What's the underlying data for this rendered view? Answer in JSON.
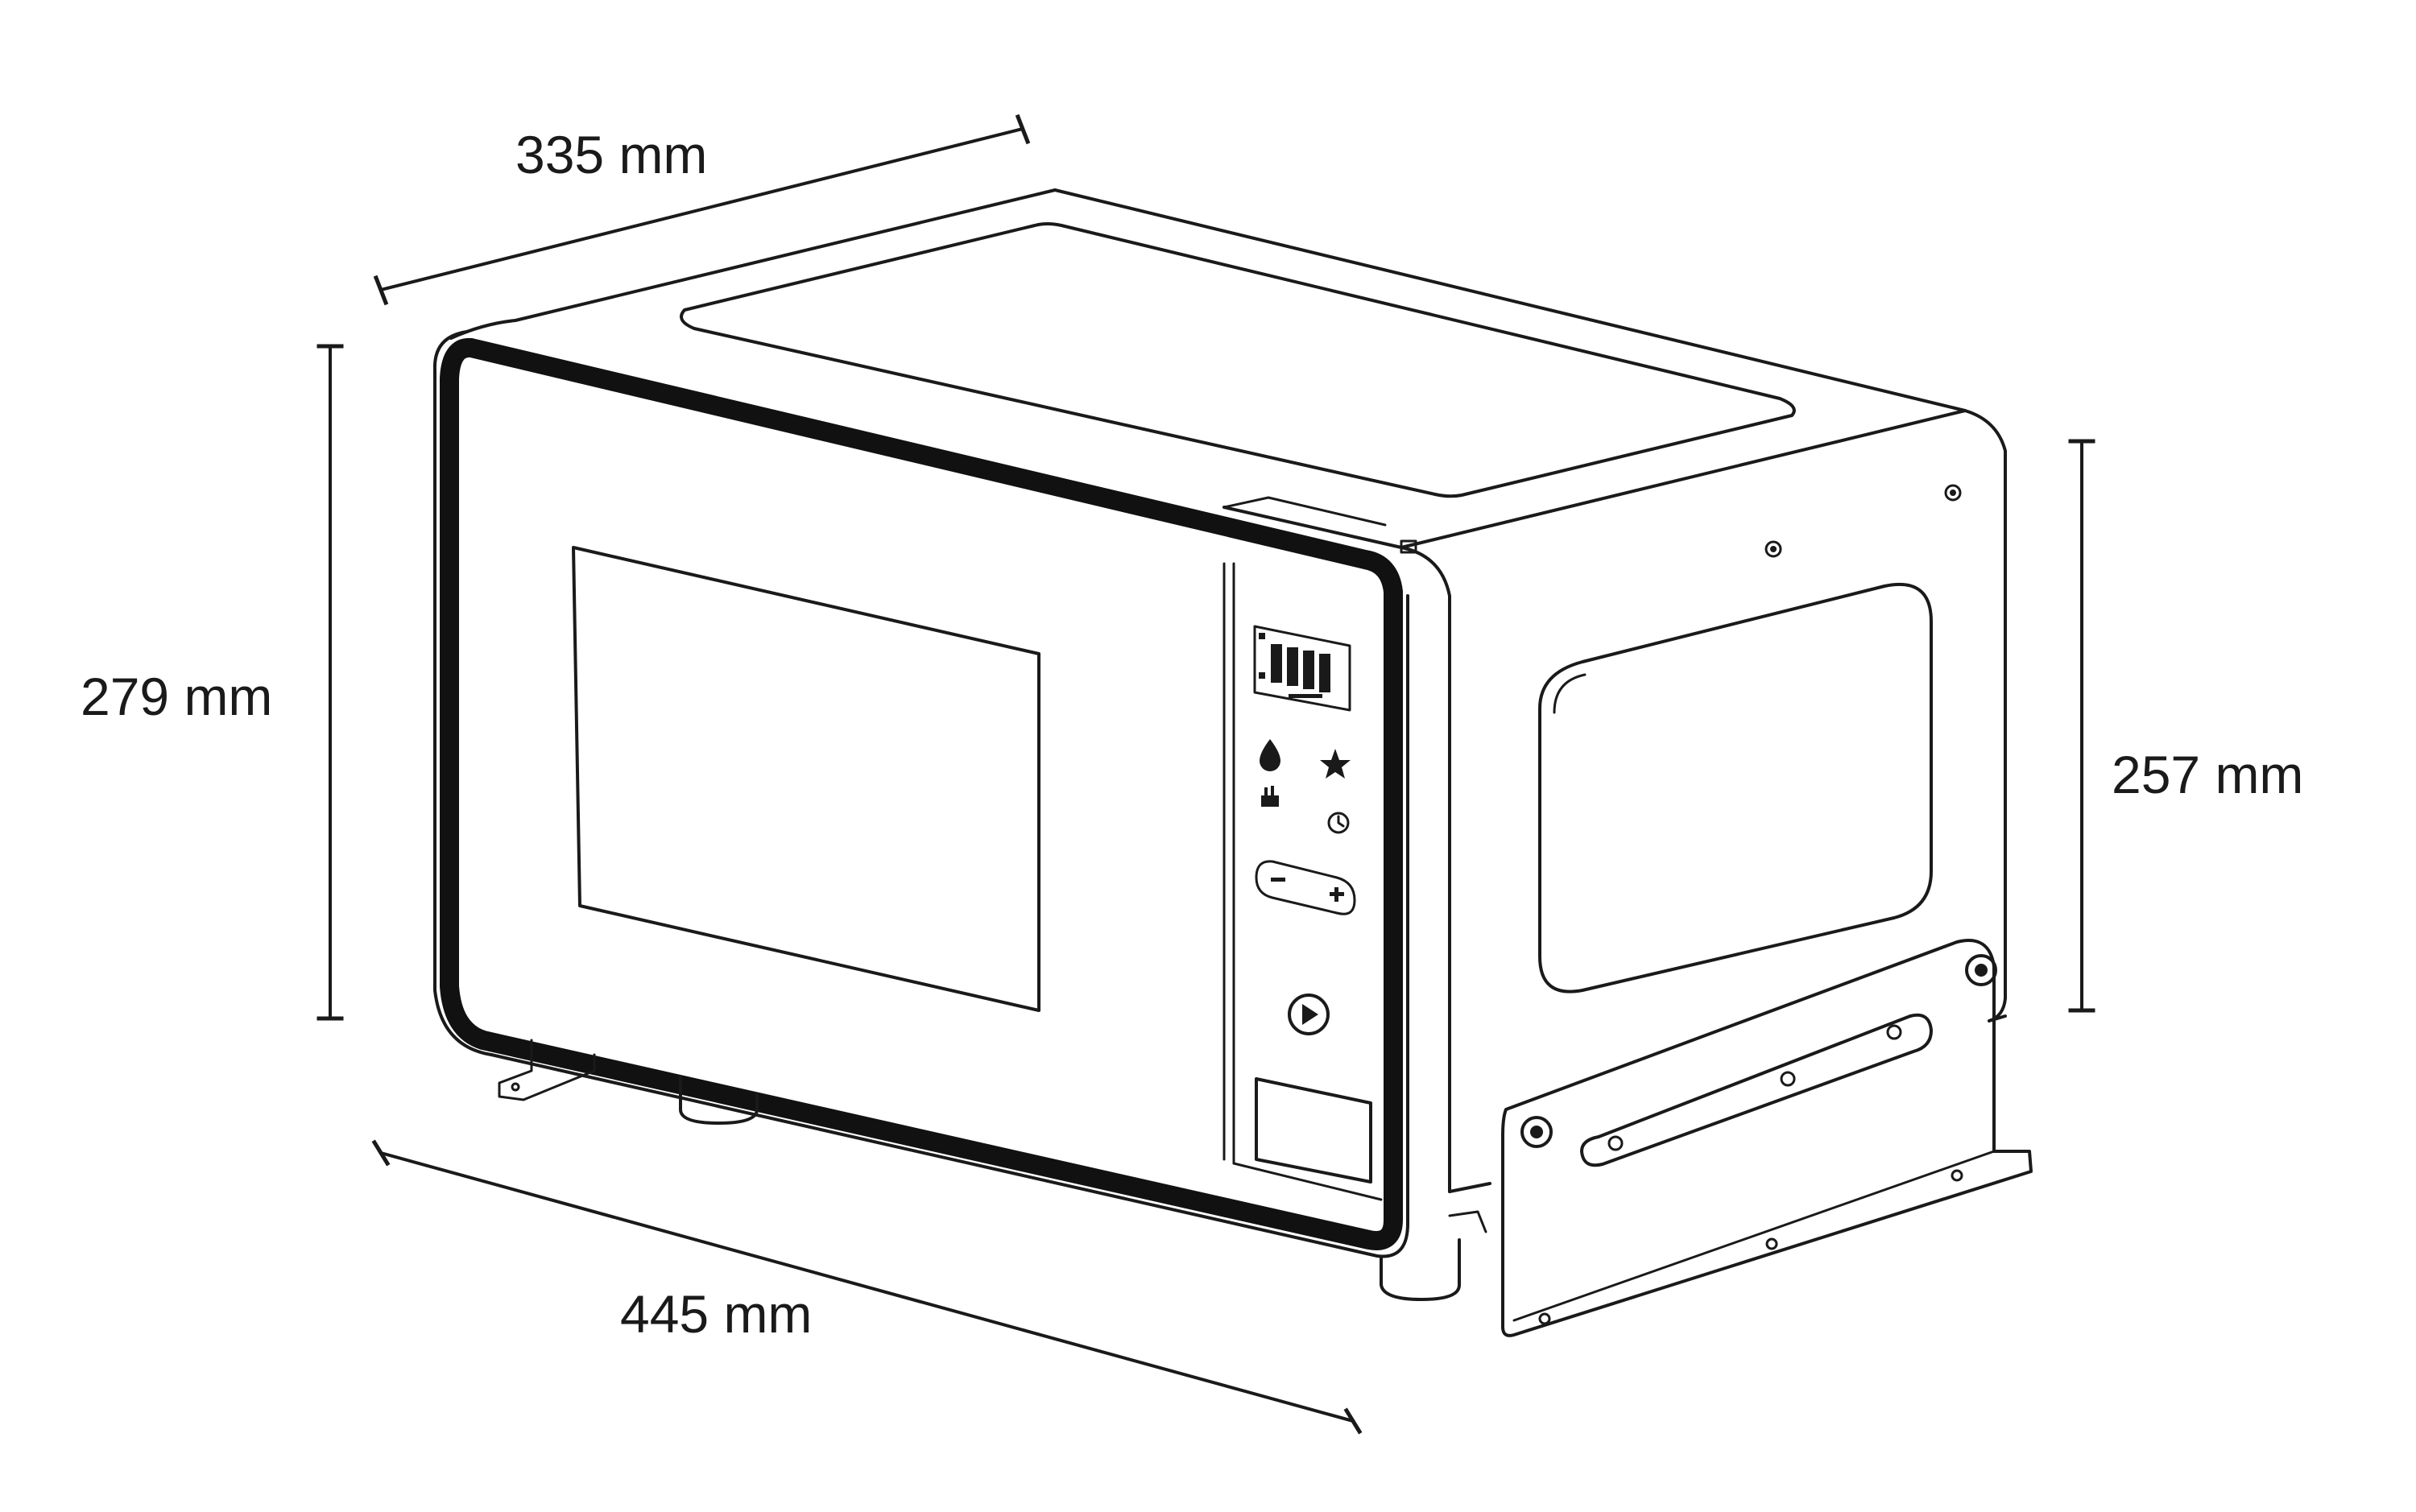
{
  "dimensions": {
    "depth": "335 mm",
    "height": "279 mm",
    "height_rear": "257 mm",
    "width": "445 mm"
  }
}
